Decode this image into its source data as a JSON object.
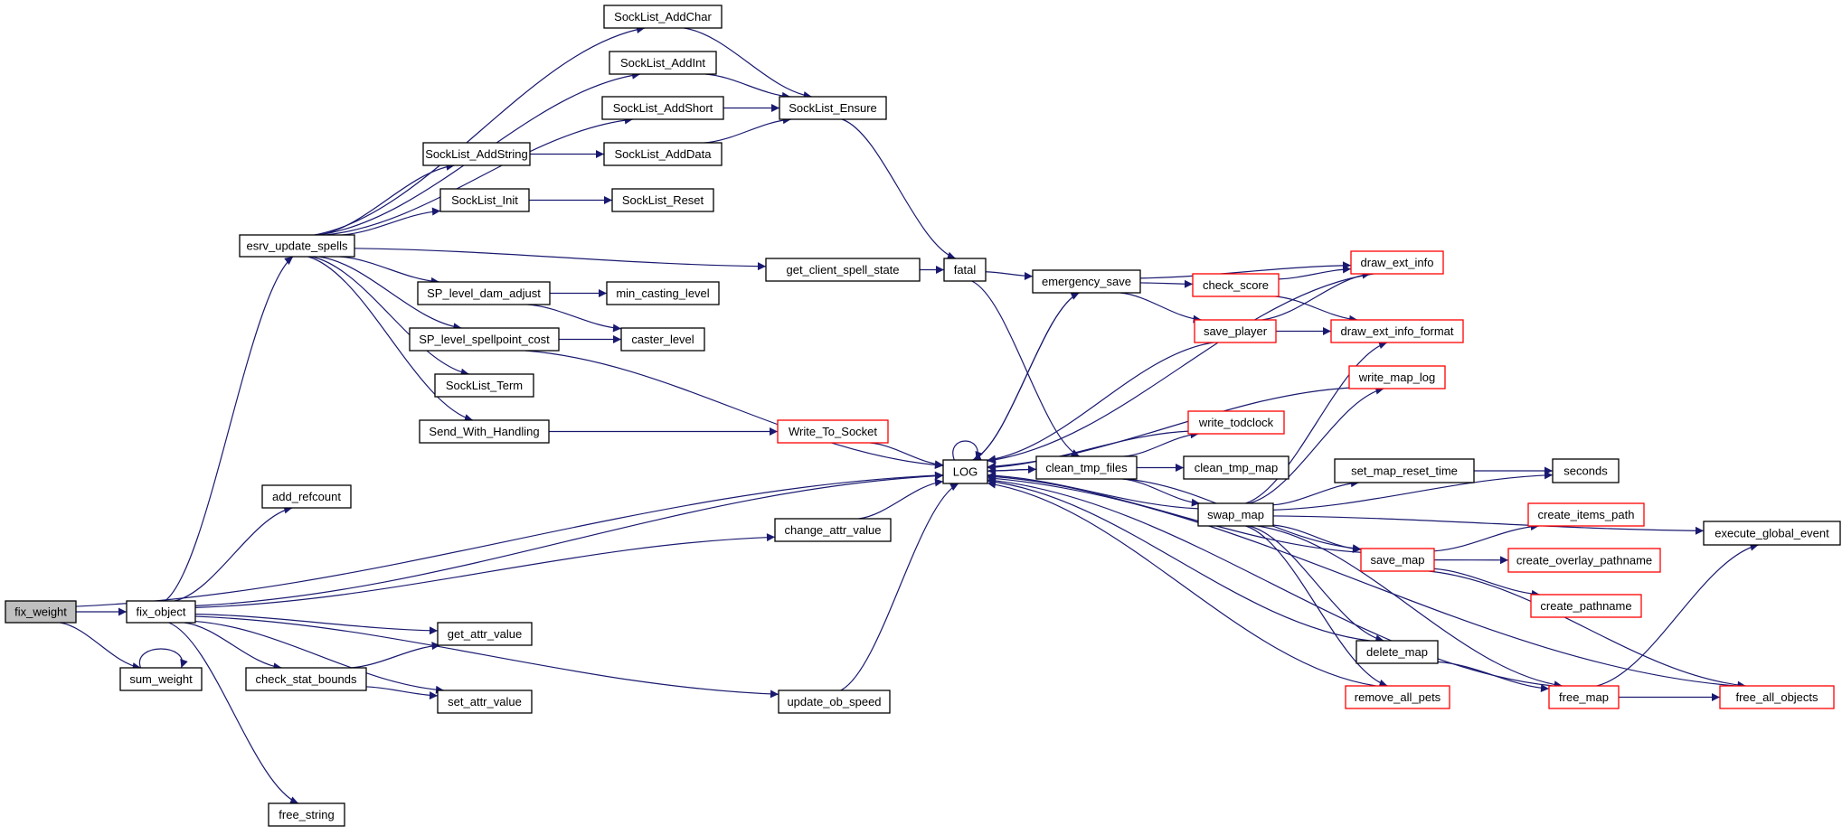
{
  "diagram": {
    "type": "call-graph",
    "colors": {
      "edge": "#191970",
      "node_border": "#000000",
      "node_border_external": "#ff0000",
      "root_fill": "#bfbfbf",
      "node_fill": "#ffffff"
    },
    "nodes": [
      {
        "id": "fix_weight",
        "label": "fix_weight",
        "root": true
      },
      {
        "id": "fix_object",
        "label": "fix_object"
      },
      {
        "id": "sum_weight",
        "label": "sum_weight"
      },
      {
        "id": "esrv_update_spells",
        "label": "esrv_update_spells"
      },
      {
        "id": "SockList_AddChar",
        "label": "SockList_AddChar"
      },
      {
        "id": "SockList_AddInt",
        "label": "SockList_AddInt"
      },
      {
        "id": "SockList_AddShort",
        "label": "SockList_AddShort"
      },
      {
        "id": "SockList_Ensure",
        "label": "SockList_Ensure"
      },
      {
        "id": "SockList_AddString",
        "label": "SockList_AddString"
      },
      {
        "id": "SockList_AddData",
        "label": "SockList_AddData"
      },
      {
        "id": "SockList_Init",
        "label": "SockList_Init"
      },
      {
        "id": "SockList_Reset",
        "label": "SockList_Reset"
      },
      {
        "id": "get_client_spell_state",
        "label": "get_client_spell_state"
      },
      {
        "id": "fatal",
        "label": "fatal"
      },
      {
        "id": "SP_level_dam_adjust",
        "label": "SP_level_dam_adjust"
      },
      {
        "id": "min_casting_level",
        "label": "min_casting_level"
      },
      {
        "id": "SP_level_spellpoint_cost",
        "label": "SP_level_spellpoint_cost"
      },
      {
        "id": "caster_level",
        "label": "caster_level"
      },
      {
        "id": "SockList_Term",
        "label": "SockList_Term"
      },
      {
        "id": "Send_With_Handling",
        "label": "Send_With_Handling"
      },
      {
        "id": "Write_To_Socket",
        "label": "Write_To_Socket",
        "external": true
      },
      {
        "id": "LOG",
        "label": "LOG"
      },
      {
        "id": "emergency_save",
        "label": "emergency_save"
      },
      {
        "id": "check_score",
        "label": "check_score",
        "external": true
      },
      {
        "id": "draw_ext_info",
        "label": "draw_ext_info",
        "external": true
      },
      {
        "id": "save_player",
        "label": "save_player",
        "external": true
      },
      {
        "id": "draw_ext_info_format",
        "label": "draw_ext_info_format",
        "external": true
      },
      {
        "id": "write_map_log",
        "label": "write_map_log",
        "external": true
      },
      {
        "id": "write_todclock",
        "label": "write_todclock",
        "external": true
      },
      {
        "id": "clean_tmp_files",
        "label": "clean_tmp_files"
      },
      {
        "id": "clean_tmp_map",
        "label": "clean_tmp_map"
      },
      {
        "id": "set_map_reset_time",
        "label": "set_map_reset_time"
      },
      {
        "id": "seconds",
        "label": "seconds"
      },
      {
        "id": "swap_map",
        "label": "swap_map"
      },
      {
        "id": "create_items_path",
        "label": "create_items_path",
        "external": true
      },
      {
        "id": "save_map",
        "label": "save_map",
        "external": true
      },
      {
        "id": "create_overlay_pathname",
        "label": "create_overlay_pathname",
        "external": true
      },
      {
        "id": "create_pathname",
        "label": "create_pathname",
        "external": true
      },
      {
        "id": "execute_global_event",
        "label": "execute_global_event"
      },
      {
        "id": "delete_map",
        "label": "delete_map"
      },
      {
        "id": "remove_all_pets",
        "label": "remove_all_pets",
        "external": true
      },
      {
        "id": "free_map",
        "label": "free_map",
        "external": true
      },
      {
        "id": "free_all_objects",
        "label": "free_all_objects",
        "external": true
      },
      {
        "id": "add_refcount",
        "label": "add_refcount"
      },
      {
        "id": "change_attr_value",
        "label": "change_attr_value"
      },
      {
        "id": "get_attr_value",
        "label": "get_attr_value"
      },
      {
        "id": "check_stat_bounds",
        "label": "check_stat_bounds"
      },
      {
        "id": "set_attr_value",
        "label": "set_attr_value"
      },
      {
        "id": "update_ob_speed",
        "label": "update_ob_speed"
      },
      {
        "id": "free_string",
        "label": "free_string"
      }
    ],
    "edges": [
      [
        "fix_weight",
        "fix_object"
      ],
      [
        "fix_weight",
        "sum_weight"
      ],
      [
        "fix_weight",
        "LOG"
      ],
      [
        "sum_weight",
        "sum_weight"
      ],
      [
        "fix_object",
        "esrv_update_spells"
      ],
      [
        "fix_object",
        "add_refcount"
      ],
      [
        "fix_object",
        "change_attr_value"
      ],
      [
        "fix_object",
        "LOG"
      ],
      [
        "fix_object",
        "get_attr_value"
      ],
      [
        "fix_object",
        "check_stat_bounds"
      ],
      [
        "fix_object",
        "set_attr_value"
      ],
      [
        "fix_object",
        "update_ob_speed"
      ],
      [
        "fix_object",
        "free_string"
      ],
      [
        "esrv_update_spells",
        "SockList_AddChar"
      ],
      [
        "esrv_update_spells",
        "SockList_AddInt"
      ],
      [
        "esrv_update_spells",
        "SockList_AddShort"
      ],
      [
        "esrv_update_spells",
        "SockList_AddString"
      ],
      [
        "esrv_update_spells",
        "SockList_Init"
      ],
      [
        "esrv_update_spells",
        "get_client_spell_state"
      ],
      [
        "esrv_update_spells",
        "SP_level_dam_adjust"
      ],
      [
        "esrv_update_spells",
        "SP_level_spellpoint_cost"
      ],
      [
        "esrv_update_spells",
        "SockList_Term"
      ],
      [
        "esrv_update_spells",
        "Send_With_Handling"
      ],
      [
        "SockList_AddChar",
        "SockList_Ensure"
      ],
      [
        "SockList_AddInt",
        "SockList_Ensure"
      ],
      [
        "SockList_AddShort",
        "SockList_Ensure"
      ],
      [
        "SockList_AddString",
        "SockList_AddData"
      ],
      [
        "SockList_AddData",
        "SockList_Ensure"
      ],
      [
        "SockList_Init",
        "SockList_Reset"
      ],
      [
        "SockList_Ensure",
        "fatal"
      ],
      [
        "get_client_spell_state",
        "fatal"
      ],
      [
        "SP_level_dam_adjust",
        "min_casting_level"
      ],
      [
        "SP_level_dam_adjust",
        "caster_level"
      ],
      [
        "SP_level_spellpoint_cost",
        "caster_level"
      ],
      [
        "SP_level_spellpoint_cost",
        "LOG"
      ],
      [
        "Send_With_Handling",
        "Write_To_Socket"
      ],
      [
        "Write_To_Socket",
        "LOG"
      ],
      [
        "fatal",
        "emergency_save"
      ],
      [
        "fatal",
        "clean_tmp_files"
      ],
      [
        "LOG",
        "LOG"
      ],
      [
        "LOG",
        "emergency_save"
      ],
      [
        "LOG",
        "clean_tmp_files"
      ],
      [
        "emergency_save",
        "LOG"
      ],
      [
        "emergency_save",
        "draw_ext_info"
      ],
      [
        "emergency_save",
        "check_score"
      ],
      [
        "emergency_save",
        "save_player"
      ],
      [
        "check_score",
        "draw_ext_info"
      ],
      [
        "check_score",
        "draw_ext_info_format"
      ],
      [
        "save_player",
        "draw_ext_info"
      ],
      [
        "save_player",
        "draw_ext_info_format"
      ],
      [
        "save_player",
        "LOG"
      ],
      [
        "draw_ext_info",
        "LOG"
      ],
      [
        "write_map_log",
        "LOG"
      ],
      [
        "write_todclock",
        "LOG"
      ],
      [
        "clean_tmp_files",
        "LOG"
      ],
      [
        "clean_tmp_files",
        "write_todclock"
      ],
      [
        "clean_tmp_files",
        "clean_tmp_map"
      ],
      [
        "clean_tmp_files",
        "swap_map"
      ],
      [
        "clean_tmp_files",
        "save_map"
      ],
      [
        "swap_map",
        "LOG"
      ],
      [
        "swap_map",
        "draw_ext_info_format"
      ],
      [
        "swap_map",
        "write_map_log"
      ],
      [
        "swap_map",
        "execute_global_event"
      ],
      [
        "swap_map",
        "set_map_reset_time"
      ],
      [
        "swap_map",
        "seconds"
      ],
      [
        "swap_map",
        "save_map"
      ],
      [
        "swap_map",
        "delete_map"
      ],
      [
        "swap_map",
        "remove_all_pets"
      ],
      [
        "swap_map",
        "free_map"
      ],
      [
        "set_map_reset_time",
        "seconds"
      ],
      [
        "save_map",
        "LOG"
      ],
      [
        "save_map",
        "create_items_path"
      ],
      [
        "save_map",
        "create_overlay_pathname"
      ],
      [
        "save_map",
        "create_pathname"
      ],
      [
        "save_map",
        "free_all_objects"
      ],
      [
        "delete_map",
        "LOG"
      ],
      [
        "delete_map",
        "free_map"
      ],
      [
        "remove_all_pets",
        "LOG"
      ],
      [
        "free_map",
        "LOG"
      ],
      [
        "free_map",
        "execute_global_event"
      ],
      [
        "free_map",
        "free_all_objects"
      ],
      [
        "free_all_objects",
        "LOG"
      ],
      [
        "change_attr_value",
        "LOG"
      ],
      [
        "update_ob_speed",
        "LOG"
      ],
      [
        "check_stat_bounds",
        "get_attr_value"
      ],
      [
        "check_stat_bounds",
        "set_attr_value"
      ]
    ]
  }
}
